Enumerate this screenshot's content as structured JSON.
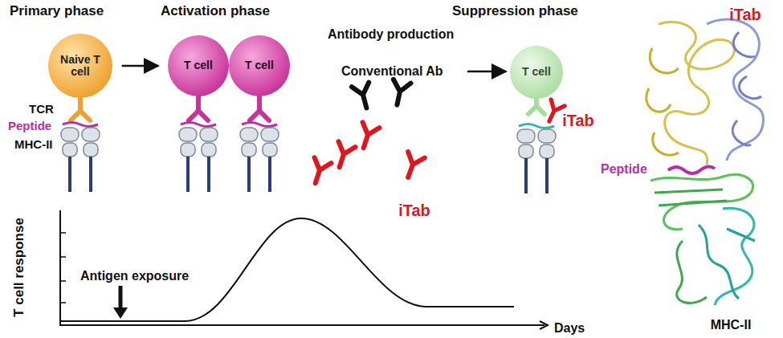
{
  "diagram": {
    "nodes": [
      {
        "text": [
          "Naive T cell"
        ]
      },
      {
        "text": [
          "T cell"
        ]
      },
      {
        "text": [
          "T cell"
        ]
      },
      {
        "text": [
          "T cell"
        ]
      }
    ],
    "edges": [
      {
        "from": 0,
        "to": 1,
        "arrow": "to"
      }
    ],
    "labels": [
      "Primary phase",
      "Activation phase",
      "Suppression phase",
      "Antibody production",
      "Conventional Ab",
      "TCR",
      "Peptide",
      "MHC-II",
      "iTab",
      "iTab",
      "iTab",
      "Peptide",
      "MHC-II",
      "T cell response",
      "Antigen exposure",
      "Days"
    ]
  }
}
